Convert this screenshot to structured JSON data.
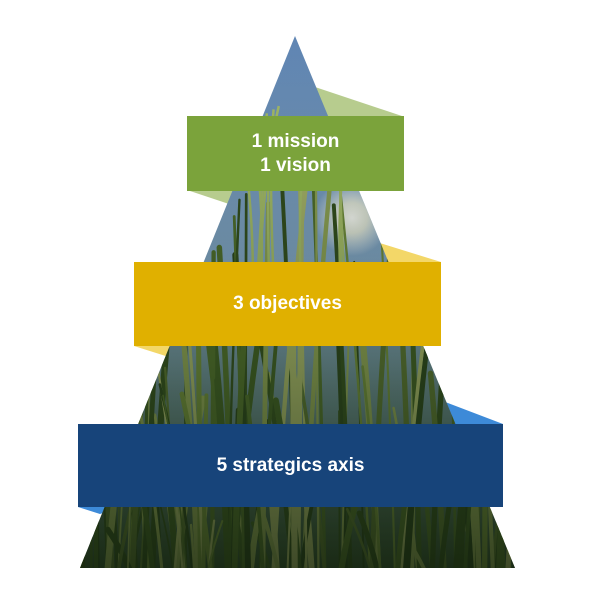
{
  "colors": {
    "top": "#7ba33b",
    "top_shadow": "#b7cc8e",
    "middle": "#e0b000",
    "middle_shadow": "#f3d768",
    "bottom": "#17447a",
    "bottom_shadow": "#3d8ad8",
    "text": "#ffffff"
  },
  "pyramid": {
    "background": "grass-photo",
    "levels": [
      {
        "lines": [
          "1 mission",
          "1 vision"
        ]
      },
      {
        "lines": [
          "3 objectives"
        ]
      },
      {
        "lines": [
          "5 strategics axis"
        ]
      }
    ]
  }
}
